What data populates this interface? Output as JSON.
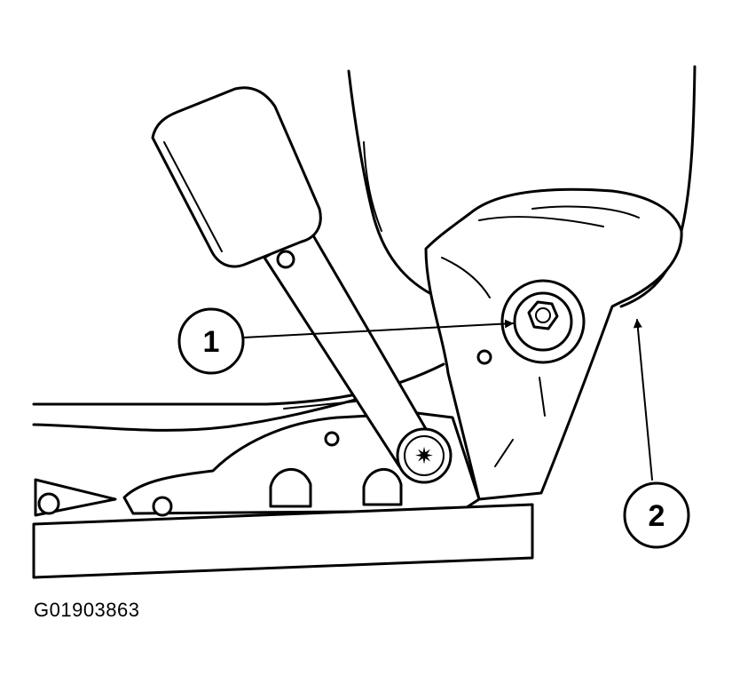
{
  "callouts": [
    {
      "label": "1"
    },
    {
      "label": "2"
    }
  ],
  "figure_id": "G01903863"
}
